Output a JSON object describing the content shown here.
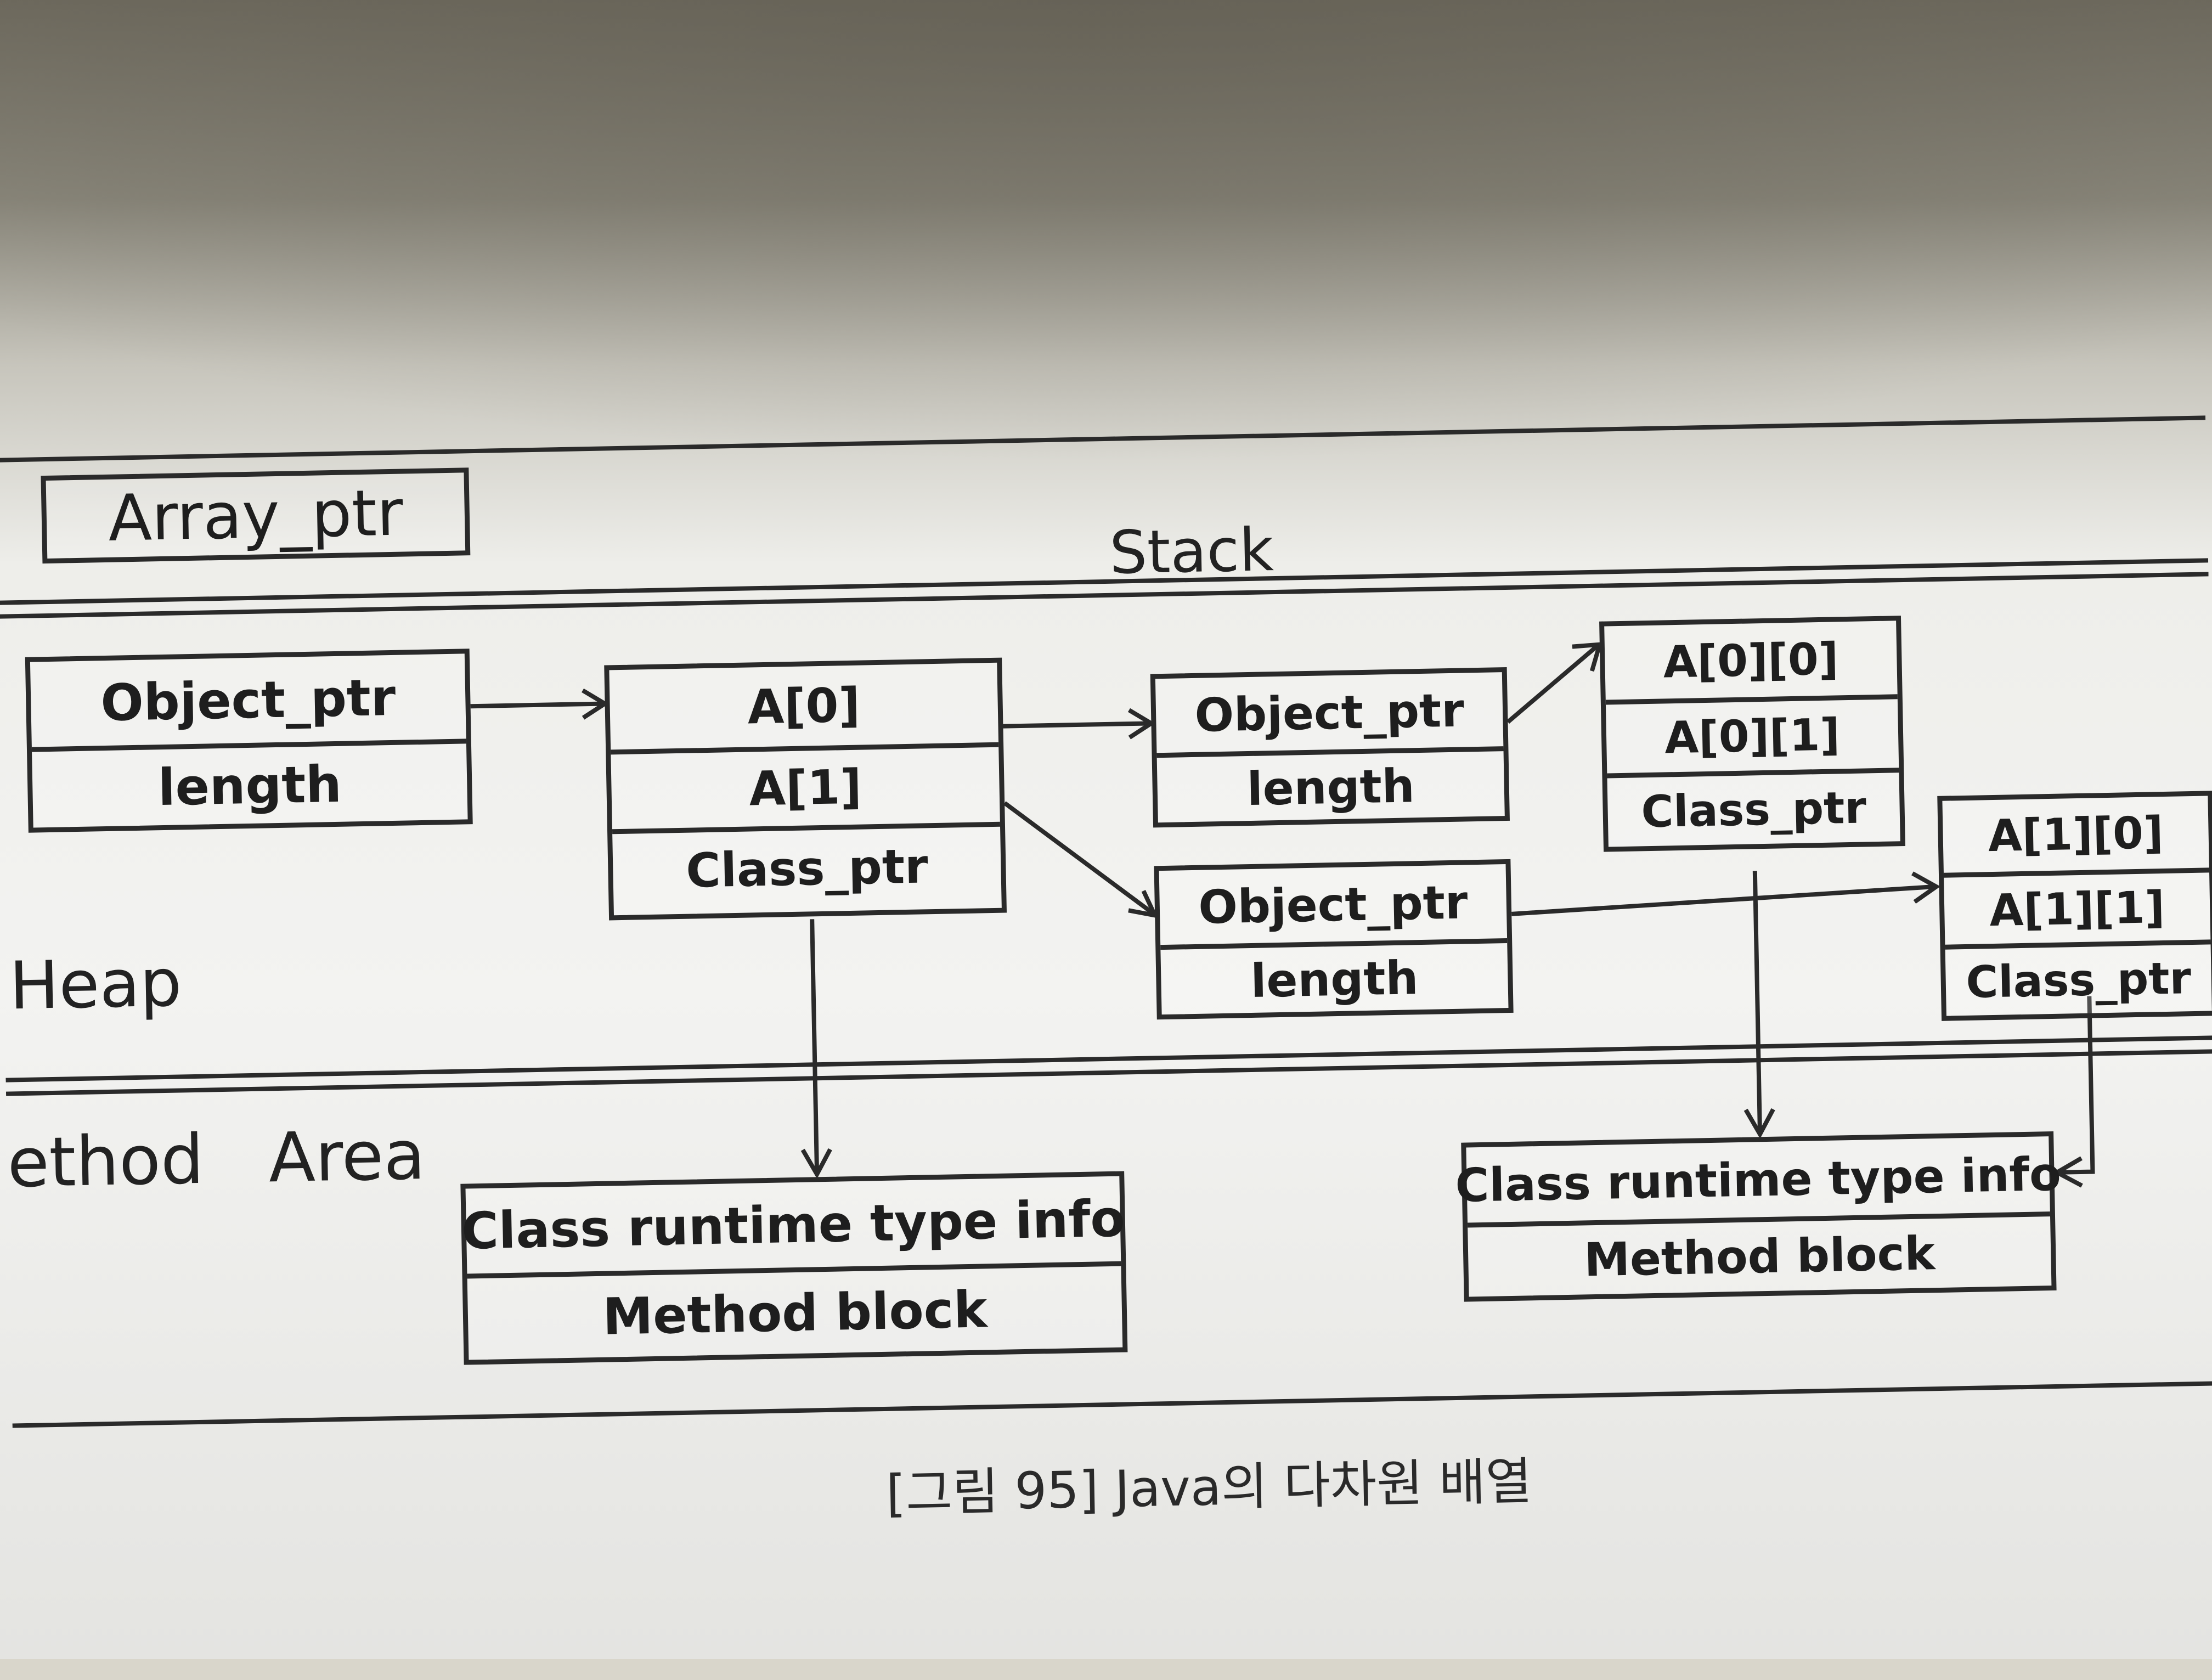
{
  "diagram": {
    "stack": {
      "label": "Stack",
      "array_ptr": "Array_ptr"
    },
    "heap": {
      "label": "Heap",
      "array_header": {
        "object_ptr": "Object_ptr",
        "length": "length"
      },
      "outer_array": {
        "a0": "A[0]",
        "a1": "A[1]",
        "class_ptr": "Class_ptr"
      },
      "row0_header": {
        "object_ptr": "Object_ptr",
        "length": "length"
      },
      "row1_header": {
        "object_ptr": "Object_ptr",
        "length": "length"
      },
      "row0_array": {
        "a00": "A[0][0]",
        "a01": "A[0][1]",
        "class_ptr": "Class_ptr"
      },
      "row1_array": {
        "a10": "A[1][0]",
        "a11": "A[1][1]",
        "class_ptr": "Class_ptr"
      }
    },
    "method_area": {
      "label": "ethod   Area",
      "left_class": {
        "type_info": "Class runtime type info",
        "method_block": "Method block"
      },
      "right_class": {
        "type_info": "Class runtime type info",
        "method_block": "Method block"
      }
    },
    "caption": "[그림 95] Java의 다차원 배열"
  }
}
